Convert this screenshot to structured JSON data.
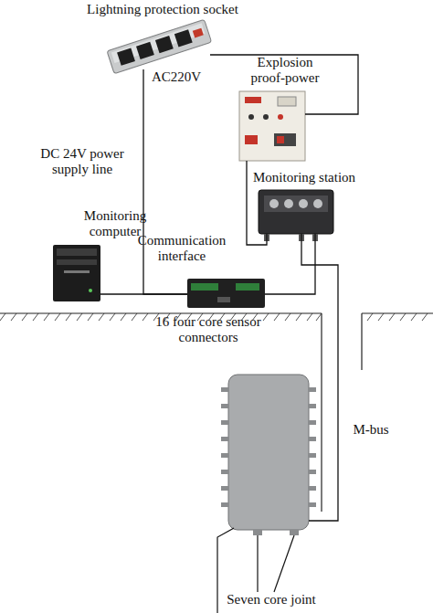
{
  "diagram": {
    "nodes": [
      {
        "text": [
          "Lightning protection socket"
        ]
      },
      {
        "text": [
          "Explosion proof-power"
        ]
      },
      {
        "text": [
          "Monitoring station"
        ]
      },
      {
        "text": [
          "Monitoring computer"
        ]
      },
      {
        "text": [
          "Communication interface"
        ]
      },
      {
        "text": [
          "16 four core sensor connectors"
        ]
      }
    ],
    "edges": [
      {
        "from": 0,
        "to": 1,
        "arrow": "none"
      },
      {
        "from": 0,
        "to": 4,
        "label": "DC 24V power supply line",
        "arrow": "none"
      },
      {
        "from": 1,
        "to": 2,
        "arrow": "none"
      },
      {
        "from": 3,
        "to": 4,
        "arrow": "none"
      },
      {
        "from": 4,
        "to": 2,
        "arrow": "none"
      },
      {
        "from": 2,
        "to": 5,
        "label": "M-bus",
        "arrow": "none"
      }
    ],
    "labels": [
      "AC220V",
      "Seven core joint"
    ]
  }
}
